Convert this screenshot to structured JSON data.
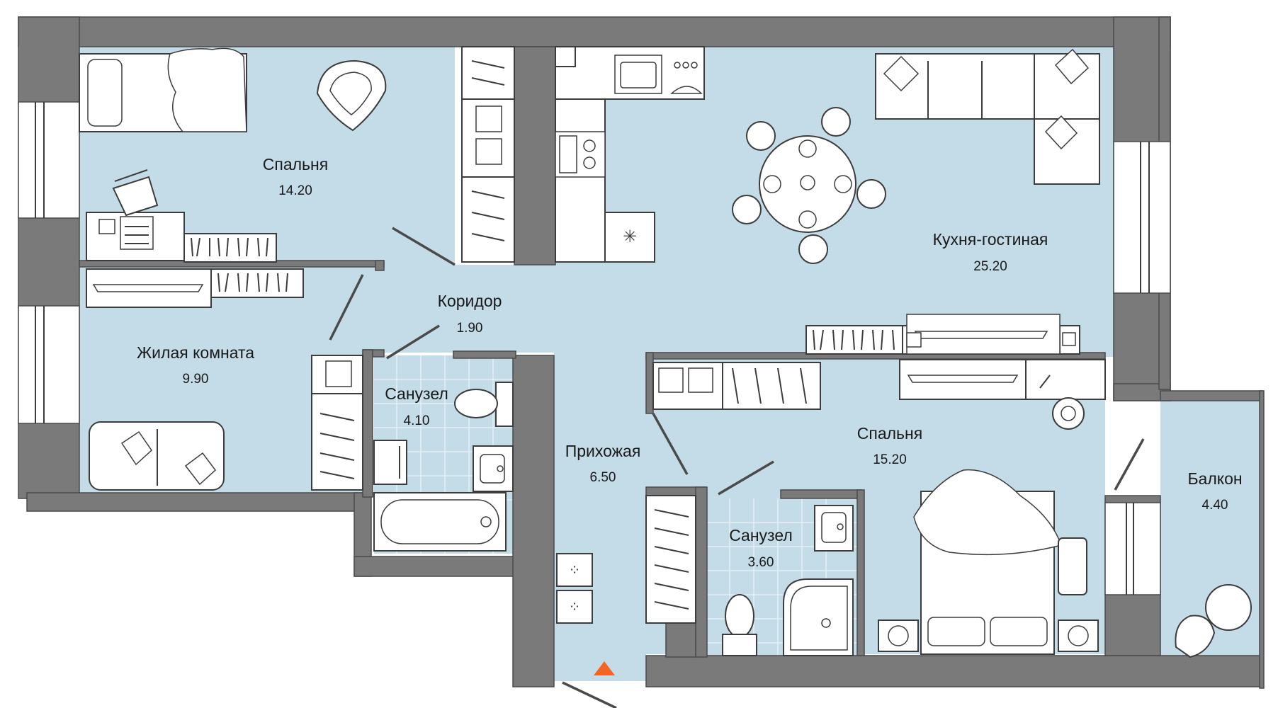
{
  "rooms": {
    "bedroom1": {
      "name": "Спальня",
      "area": "14.20"
    },
    "living_room": {
      "name": "Жилая комната",
      "area": "9.90"
    },
    "corridor": {
      "name": "Коридор",
      "area": "1.90"
    },
    "bathroom1": {
      "name": "Санузел",
      "area": "4.10"
    },
    "hallway": {
      "name": "Прихожая",
      "area": "6.50"
    },
    "bathroom2": {
      "name": "Санузел",
      "area": "3.60"
    },
    "bedroom2": {
      "name": "Спальня",
      "area": "15.20"
    },
    "kitchen_living": {
      "name": "Кухня-гостиная",
      "area": "25.20"
    },
    "balcony": {
      "name": "Балкон",
      "area": "4.40"
    }
  },
  "colors": {
    "room_fill": "#c4dbe8",
    "wall": "#7a7a7a",
    "entrance_marker": "#f26522"
  },
  "icons": {
    "entrance": "entrance-arrow-icon"
  }
}
